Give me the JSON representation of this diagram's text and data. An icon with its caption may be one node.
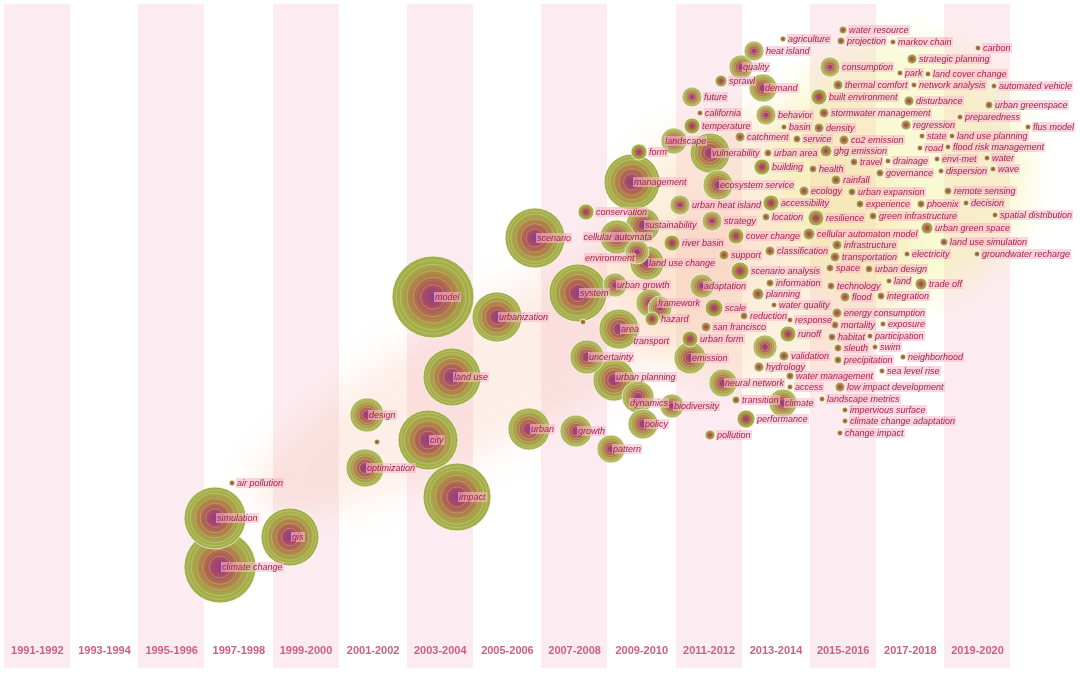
{
  "diagram": {
    "nodes": [
      {
        "text": [
          "air pollution"
        ]
      },
      {
        "text": [
          "simulation"
        ]
      },
      {
        "text": [
          "climate change"
        ]
      },
      {
        "text": [
          "gis"
        ]
      },
      {
        "text": [
          "design"
        ]
      },
      {
        "text": [],
        "shape": "circle"
      },
      {
        "text": [
          "optimization"
        ]
      },
      {
        "text": [
          "model"
        ]
      },
      {
        "text": [
          "land use"
        ]
      },
      {
        "text": [
          "city"
        ]
      },
      {
        "text": [
          "impact"
        ]
      },
      {
        "text": [
          "urbanization"
        ]
      },
      {
        "text": [
          "scenario"
        ]
      },
      {
        "text": [
          "system"
        ]
      },
      {
        "text": [],
        "shape": "circle"
      },
      {
        "text": [
          "urban"
        ]
      },
      {
        "text": [
          "growth"
        ]
      },
      {
        "text": [
          "uncertainty"
        ]
      },
      {
        "text": [
          "pattern"
        ]
      },
      {
        "text": [
          "management"
        ]
      },
      {
        "text": [
          "conservation"
        ]
      },
      {
        "text": [
          "sustainability"
        ]
      },
      {
        "text": [
          "cellular automata"
        ]
      },
      {
        "text": [
          "environment"
        ]
      },
      {
        "text": [
          "land use change"
        ]
      },
      {
        "text": [
          "urban growth"
        ]
      },
      {
        "text": [
          "hazard"
        ]
      },
      {
        "text": [
          "framework"
        ]
      },
      {
        "text": [
          "area"
        ]
      },
      {
        "text": [
          "urban planning"
        ]
      },
      {
        "text": [
          "dynamics"
        ]
      },
      {
        "text": [
          "policy"
        ]
      },
      {
        "text": [
          "future"
        ]
      },
      {
        "text": [
          "california"
        ]
      },
      {
        "text": [
          "temperature"
        ]
      },
      {
        "text": [
          "landscape"
        ]
      },
      {
        "text": [
          "vulnerability"
        ]
      },
      {
        "text": [
          "form"
        ]
      },
      {
        "text": [
          "ecosystem service"
        ]
      },
      {
        "text": [
          "urban heat island"
        ]
      },
      {
        "text": [
          "strategy"
        ]
      },
      {
        "text": [
          "cover change"
        ]
      },
      {
        "text": [
          "reduction"
        ]
      },
      {
        "text": [
          "urban area"
        ]
      },
      {
        "text": [
          "support"
        ]
      },
      {
        "text": [
          "information"
        ]
      },
      {
        "text": [
          "river basin"
        ]
      },
      {
        "text": [
          "adaptation"
        ]
      },
      {
        "text": [
          "transport"
        ]
      },
      {
        "text": [
          "scale"
        ]
      },
      {
        "text": [
          "san francisco"
        ]
      },
      {
        "text": [
          "urban form"
        ]
      },
      {
        "text": [
          "emission"
        ]
      },
      {
        "text": [
          "neural network"
        ]
      },
      {
        "text": [
          "biodiversity"
        ]
      },
      {
        "text": [
          "pollution"
        ]
      },
      {
        "text": [
          "heat island"
        ]
      },
      {
        "text": [
          "quality"
        ]
      },
      {
        "text": [
          "sprawl"
        ]
      },
      {
        "text": [
          "demand"
        ]
      },
      {
        "text": [
          "catchment"
        ]
      },
      {
        "text": [
          "agriculture"
        ]
      },
      {
        "text": [
          "behavior"
        ]
      },
      {
        "text": [
          "service"
        ]
      },
      {
        "text": [
          "building"
        ]
      },
      {
        "text": [
          "health"
        ]
      },
      {
        "text": [
          "basin"
        ]
      },
      {
        "text": [
          "ecology"
        ]
      },
      {
        "text": [
          "accessibility"
        ]
      },
      {
        "text": [
          "location"
        ]
      },
      {
        "text": [
          "space"
        ]
      },
      {
        "text": [
          "classification"
        ]
      },
      {
        "text": [
          "scenario analysis"
        ]
      },
      {
        "text": [
          "planning"
        ]
      },
      {
        "text": [
          "technology"
        ]
      },
      {
        "text": [
          "water management"
        ]
      },
      {
        "text": [
          "water quality"
        ]
      },
      {
        "text": [
          "response"
        ]
      },
      {
        "text": [
          "runoff"
        ]
      },
      {
        "text": [],
        "shape": "circle"
      },
      {
        "text": [
          "hydrology"
        ]
      },
      {
        "text": [
          "validation"
        ]
      },
      {
        "text": [
          "access"
        ]
      },
      {
        "text": [
          "landscape metrics"
        ]
      },
      {
        "text": [
          "transition"
        ]
      },
      {
        "text": [
          "climate"
        ]
      },
      {
        "text": [
          "performance"
        ]
      },
      {
        "text": [
          "projection"
        ]
      },
      {
        "text": [
          "water resource"
        ]
      },
      {
        "text": [
          "consumption"
        ]
      },
      {
        "text": [
          "thermal comfort"
        ]
      },
      {
        "text": [
          "built environment"
        ]
      },
      {
        "text": [
          "stormwater management"
        ]
      },
      {
        "text": [
          "density"
        ]
      },
      {
        "text": [
          "co2 emission"
        ]
      },
      {
        "text": [
          "ghg emission"
        ]
      },
      {
        "text": [
          "travel"
        ]
      },
      {
        "text": [
          "drainage"
        ]
      },
      {
        "text": [
          "governance"
        ]
      },
      {
        "text": [
          "rainfall"
        ]
      },
      {
        "text": [
          "urban expansion"
        ]
      },
      {
        "text": [
          "resilience"
        ]
      },
      {
        "text": [
          "cellular automaton model"
        ]
      },
      {
        "text": [
          "green infrastructure"
        ]
      },
      {
        "text": [
          "infrastructure"
        ]
      },
      {
        "text": [
          "land"
        ]
      },
      {
        "text": [
          "experience"
        ]
      },
      {
        "text": [
          "exposure"
        ]
      },
      {
        "text": [
          "transportation"
        ]
      },
      {
        "text": [
          "participation"
        ]
      },
      {
        "text": [
          "urban design"
        ]
      },
      {
        "text": [
          "swim"
        ]
      },
      {
        "text": [
          "integration"
        ]
      },
      {
        "text": [
          "mortality"
        ]
      },
      {
        "text": [
          "flood"
        ]
      },
      {
        "text": [
          "energy consumption"
        ]
      },
      {
        "text": [
          "habitat"
        ]
      },
      {
        "text": [
          "neighborhood"
        ]
      },
      {
        "text": [
          "sleuth"
        ]
      },
      {
        "text": [
          "sea level rise"
        ]
      },
      {
        "text": [
          "precipitation"
        ]
      },
      {
        "text": [
          "impervious surface"
        ]
      },
      {
        "text": [
          "low impact development"
        ]
      },
      {
        "text": [
          "climate change adaptation"
        ]
      },
      {
        "text": [
          "change impact"
        ]
      },
      {
        "text": [
          "markov chain"
        ]
      },
      {
        "text": [
          "strategic planning"
        ]
      },
      {
        "text": [
          "park"
        ]
      },
      {
        "text": [
          "network analysis"
        ]
      },
      {
        "text": [
          "land cover change"
        ]
      },
      {
        "text": [
          "disturbance"
        ]
      },
      {
        "text": [
          "regression"
        ]
      },
      {
        "text": [
          "state"
        ]
      },
      {
        "text": [
          "road"
        ]
      },
      {
        "text": [
          "flood risk management"
        ]
      },
      {
        "text": [
          "envi-met"
        ]
      },
      {
        "text": [
          "dispersion"
        ]
      },
      {
        "text": [
          "decision"
        ]
      },
      {
        "text": [
          "electricity"
        ]
      },
      {
        "text": [
          "land use planning"
        ]
      },
      {
        "text": [
          "phoenix"
        ]
      },
      {
        "text": [
          "urban green space"
        ]
      },
      {
        "text": [
          "land use simulation"
        ]
      },
      {
        "text": [
          "trade off"
        ]
      },
      {
        "text": [
          "carbon"
        ]
      },
      {
        "text": [
          "automated vehicle"
        ]
      },
      {
        "text": [
          "preparedness"
        ]
      },
      {
        "text": [
          "urban greenspace"
        ]
      },
      {
        "text": [
          "water"
        ]
      },
      {
        "text": [
          "flus model"
        ]
      },
      {
        "text": [
          "wave"
        ]
      },
      {
        "text": [
          "spatial distribution"
        ]
      },
      {
        "text": [
          "remote sensing"
        ]
      },
      {
        "text": [
          "groundwater recharge"
        ]
      }
    ],
    "labels": [
      "1991-1992",
      "1993-1994",
      "1995-1996",
      "1997-1998",
      "1999-2000",
      "2001-2002",
      "2003-2004",
      "2005-2006",
      "2007-2008",
      "2009-2010",
      "2011-2012",
      "2013-2014",
      "2015-2016",
      "2017-2018",
      "2019-2020"
    ]
  }
}
